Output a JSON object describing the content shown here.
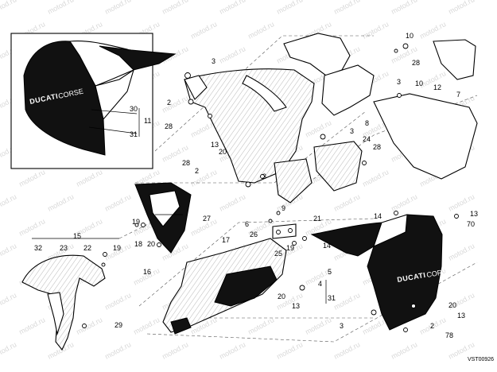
{
  "watermark_text": "motod.ru",
  "reference_code": "VST00926",
  "decals": {
    "inset_brand": "DUCATI",
    "inset_brand_suffix": "CORSE",
    "side_brand": "DUCATI",
    "side_brand_suffix": "CORSE"
  },
  "callouts": [
    {
      "id": "c-30-inset",
      "text": "30"
    },
    {
      "id": "c-11",
      "text": "11"
    },
    {
      "id": "c-31-inset",
      "text": "31"
    },
    {
      "id": "c-3-top",
      "text": "3"
    },
    {
      "id": "c-2-upper",
      "text": "2"
    },
    {
      "id": "c-28-upper",
      "text": "28"
    },
    {
      "id": "c-13-a",
      "text": "13"
    },
    {
      "id": "c-20-a",
      "text": "20"
    },
    {
      "id": "c-28-mid",
      "text": "28"
    },
    {
      "id": "c-2-mid",
      "text": "2"
    },
    {
      "id": "c-3-mid",
      "text": "3"
    },
    {
      "id": "c-3-right",
      "text": "3"
    },
    {
      "id": "c-24",
      "text": "24"
    },
    {
      "id": "c-28-right",
      "text": "28"
    },
    {
      "id": "c-8",
      "text": "8"
    },
    {
      "id": "c-10-top",
      "text": "10"
    },
    {
      "id": "c-28-top",
      "text": "28"
    },
    {
      "id": "c-3-upperright",
      "text": "3"
    },
    {
      "id": "c-10-mid",
      "text": "10"
    },
    {
      "id": "c-12",
      "text": "12"
    },
    {
      "id": "c-7",
      "text": "7"
    },
    {
      "id": "c-27",
      "text": "27"
    },
    {
      "id": "c-19-left",
      "text": "19"
    },
    {
      "id": "c-18",
      "text": "18"
    },
    {
      "id": "c-20-left",
      "text": "20"
    },
    {
      "id": "c-16",
      "text": "16"
    },
    {
      "id": "c-17",
      "text": "17"
    },
    {
      "id": "c-9",
      "text": "9"
    },
    {
      "id": "c-6",
      "text": "6"
    },
    {
      "id": "c-26",
      "text": "26"
    },
    {
      "id": "c-21",
      "text": "21"
    },
    {
      "id": "c-14-mid",
      "text": "14"
    },
    {
      "id": "c-25",
      "text": "25"
    },
    {
      "id": "c-19-mid",
      "text": "19"
    },
    {
      "id": "c-14-top",
      "text": "14"
    },
    {
      "id": "c-13-right",
      "text": "13"
    },
    {
      "id": "c-70",
      "text": "70"
    },
    {
      "id": "c-5",
      "text": "5"
    },
    {
      "id": "c-4",
      "text": "4"
    },
    {
      "id": "c-31-side",
      "text": "31"
    },
    {
      "id": "c-20-right",
      "text": "20"
    },
    {
      "id": "c-13-lowright",
      "text": "13"
    },
    {
      "id": "c-2-low",
      "text": "2"
    },
    {
      "id": "c-78",
      "text": "78"
    },
    {
      "id": "c-3-bottom",
      "text": "3"
    },
    {
      "id": "c-20-bottom",
      "text": "20"
    },
    {
      "id": "c-13-bottom",
      "text": "13"
    },
    {
      "id": "c-15",
      "text": "15"
    },
    {
      "id": "c-32",
      "text": "32"
    },
    {
      "id": "c-23",
      "text": "23"
    },
    {
      "id": "c-22",
      "text": "22"
    },
    {
      "id": "c-19-fender",
      "text": "19"
    },
    {
      "id": "c-29",
      "text": "29"
    }
  ]
}
